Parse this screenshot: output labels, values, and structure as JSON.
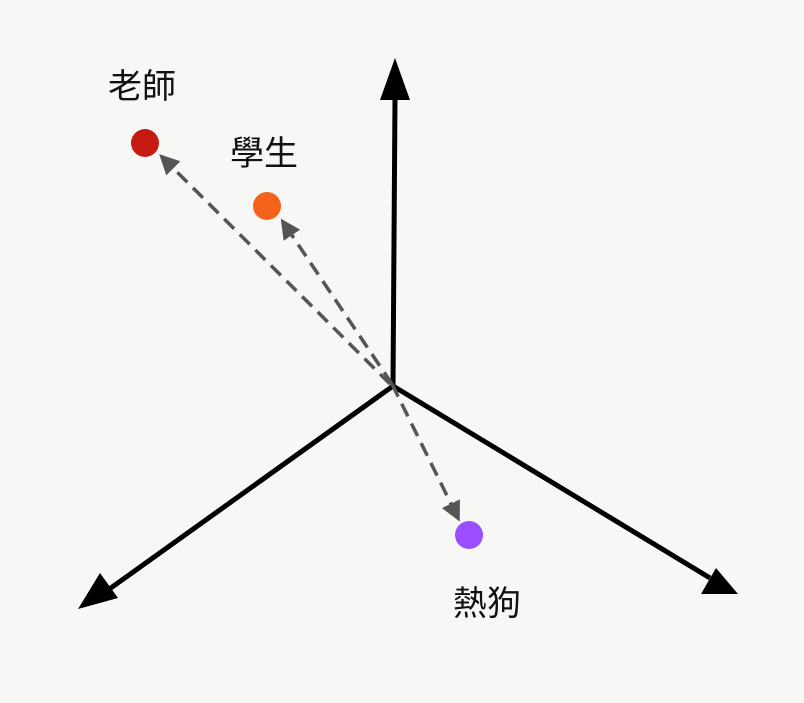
{
  "points": [
    {
      "label": "老師",
      "color": "#c41a12"
    },
    {
      "label": "學生",
      "color": "#f5621a"
    },
    {
      "label": "熱狗",
      "color": "#9b4dff"
    }
  ],
  "colors": {
    "axis": "#000000",
    "dashed": "#555555",
    "background": "#f7f7f5"
  }
}
